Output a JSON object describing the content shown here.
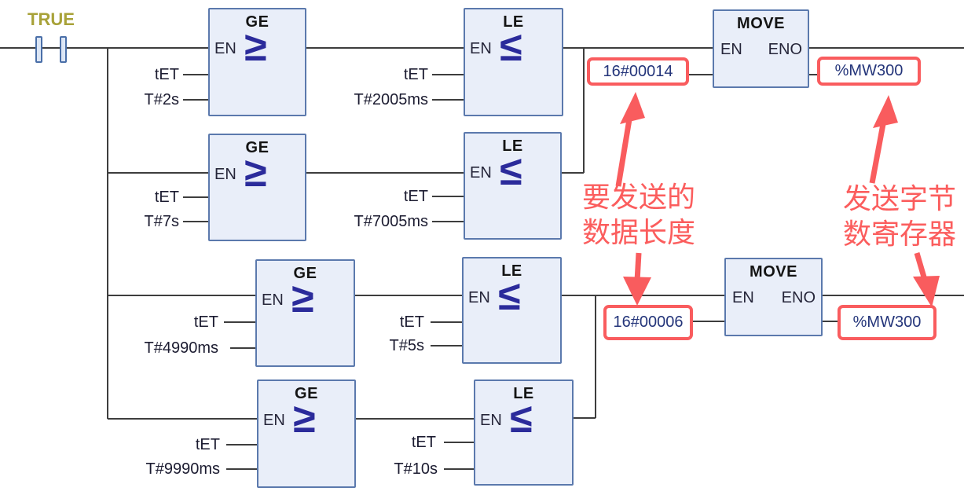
{
  "diagram": {
    "contact": {
      "label": "TRUE"
    },
    "rungs": [
      {
        "ge": {
          "title": "GE",
          "en": "EN",
          "symbol": "≥",
          "in1": "tET",
          "in2": "T#2s"
        },
        "le": {
          "title": "LE",
          "en": "EN",
          "symbol": "≤",
          "in1": "tET",
          "in2": "T#2005ms"
        }
      },
      {
        "ge": {
          "title": "GE",
          "en": "EN",
          "symbol": "≥",
          "in1": "tET",
          "in2": "T#7s"
        },
        "le": {
          "title": "LE",
          "en": "EN",
          "symbol": "≤",
          "in1": "tET",
          "in2": "T#7005ms"
        }
      },
      {
        "ge": {
          "title": "GE",
          "en": "EN",
          "symbol": "≥",
          "in1": "tET",
          "in2": "T#4990ms"
        },
        "le": {
          "title": "LE",
          "en": "EN",
          "symbol": "≤",
          "in1": "tET",
          "in2": "T#5s"
        }
      },
      {
        "ge": {
          "title": "GE",
          "en": "EN",
          "symbol": "≥",
          "in1": "tET",
          "in2": "T#9990ms"
        },
        "le": {
          "title": "LE",
          "en": "EN",
          "symbol": "≤",
          "in1": "tET",
          "in2": "T#10s"
        }
      }
    ],
    "moves": [
      {
        "title": "MOVE",
        "en": "EN",
        "eno": "ENO",
        "input": "16#00014",
        "output": "%MW300"
      },
      {
        "title": "MOVE",
        "en": "EN",
        "eno": "ENO",
        "input": "16#00006",
        "output": "%MW300"
      }
    ],
    "annotations": [
      {
        "line1": "要发送的",
        "line2": "数据长度"
      },
      {
        "line1": "发送字节",
        "line2": "数寄存器"
      }
    ],
    "colors": {
      "annotation_red": "#f95c5e",
      "block_fill": "#e9eef9",
      "block_border": "#5b79ad",
      "compare_symbol": "#2b2b9b",
      "wire": "#3d3d3d",
      "contact_label": "#a8a239",
      "operand_text": "#24357a"
    }
  }
}
